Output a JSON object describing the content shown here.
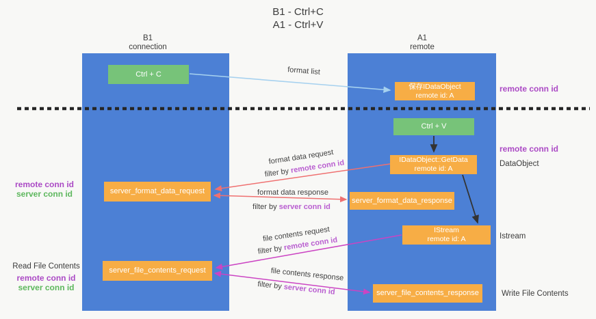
{
  "title": {
    "line1": "B1 - Ctrl+C",
    "line2": "A1 - Ctrl+V"
  },
  "columns": {
    "left": {
      "name": "B1",
      "role": "connection"
    },
    "right": {
      "name": "A1",
      "role": "remote"
    }
  },
  "nodes": {
    "ctrl_c": {
      "label": "Ctrl + C"
    },
    "ctrl_v": {
      "label": "Ctrl + V"
    },
    "save_dataobject": {
      "line1": "保存IDataObject",
      "line2": "remote id: A"
    },
    "getdata": {
      "line1": "IDataObject::GetData",
      "line2": "remote id: A"
    },
    "istream": {
      "line1": "IStream",
      "line2": "remote id: A"
    },
    "server_format_data_request": {
      "label": "server_format_data_request"
    },
    "server_format_data_response": {
      "label": "server_format_data_response"
    },
    "server_file_contents_request": {
      "label": "server_file_contents_request"
    },
    "server_file_contents_response": {
      "label": "server_file_contents_response"
    }
  },
  "edges": {
    "format_list": "format list",
    "format_data_request": "format data request",
    "format_data_response": "format data response",
    "file_contents_request": "file contents request",
    "file_contents_response": "file contents response",
    "filter_by": "filter by ",
    "remote_conn_id": "remote conn id",
    "server_conn_id": "server conn id"
  },
  "side_labels": {
    "right_save_remote_conn_id": "remote conn id",
    "right_ctrlv_remote_conn_id": "remote conn id",
    "dataobject": "DataObject",
    "istream": "Istream",
    "write_file_contents": "Write File Contents",
    "left_format_remote_conn_id": "remote conn id",
    "left_format_server_conn_id": "server conn id",
    "read_file_contents": "Read File Contents",
    "left_file_remote_conn_id": "remote conn id",
    "left_file_server_conn_id": "server conn id"
  },
  "colors": {
    "column_blue": "#4c80d5",
    "node_orange": "#f7ad45",
    "node_green": "#77c379",
    "arrow_light_blue": "#a6d1ef",
    "arrow_salmon": "#ef7070",
    "arrow_magenta": "#cb44c3",
    "arrow_black": "#333333",
    "text_purple": "#ab4ac5",
    "text_purple_light": "#b95ed0",
    "text_green": "#5db75d",
    "dashed_divider": "#262626"
  }
}
